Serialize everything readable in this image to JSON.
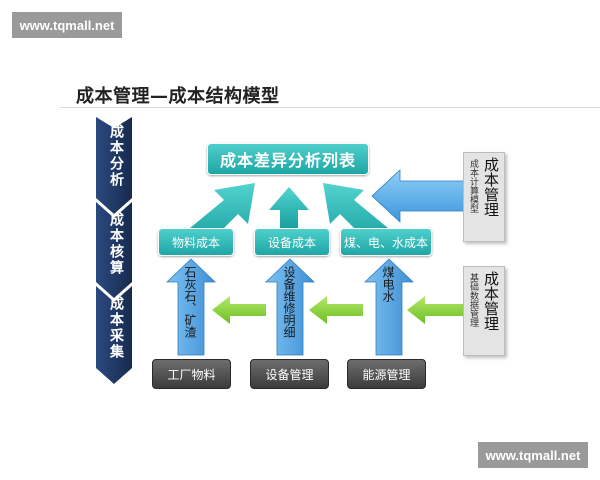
{
  "watermark": "www.tqmall.net",
  "title": "成本管理—成本结构模型",
  "left_band": [
    "成本分析",
    "成本核算",
    "成本采集"
  ],
  "top_box": "成本差异分析列表",
  "mid_boxes": [
    "物料成本",
    "设备成本",
    "煤、电、水成本"
  ],
  "bottom_boxes": [
    "工厂物料",
    "设备管理",
    "能源管理"
  ],
  "up_arrows": [
    "石灰石、矿渣",
    "设备维修明细",
    "煤电水"
  ],
  "right_top": {
    "big": "成本管理",
    "small": "成本计算模型"
  },
  "right_bottom": {
    "big": "成本管理",
    "small": "基础数据管理"
  },
  "colors": {
    "navy": "#1f3763",
    "teal": "#2bb8b6",
    "blue_arrow": "#5aa9e6",
    "green_arrow": "#8fd43a",
    "dark_box": "#4a4a4a"
  }
}
